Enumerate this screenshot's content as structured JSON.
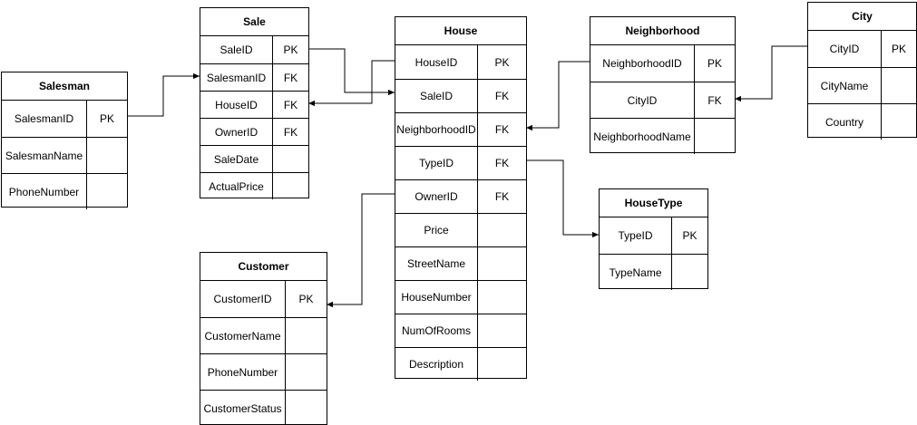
{
  "entities": {
    "salesman": {
      "title": "Salesman",
      "fields": [
        {
          "name": "SalesmanID",
          "key": "PK"
        },
        {
          "name": "SalesmanName",
          "key": ""
        },
        {
          "name": "PhoneNumber",
          "key": ""
        }
      ]
    },
    "sale": {
      "title": "Sale",
      "fields": [
        {
          "name": "SaleID",
          "key": "PK"
        },
        {
          "name": "SalesmanID",
          "key": "FK"
        },
        {
          "name": "HouseID",
          "key": "FK"
        },
        {
          "name": "OwnerID",
          "key": "FK"
        },
        {
          "name": "SaleDate",
          "key": ""
        },
        {
          "name": "ActualPrice",
          "key": ""
        }
      ]
    },
    "house": {
      "title": "House",
      "fields": [
        {
          "name": "HouseID",
          "key": "PK"
        },
        {
          "name": "SaleID",
          "key": "FK"
        },
        {
          "name": "NeighborhoodID",
          "key": "FK"
        },
        {
          "name": "TypeID",
          "key": "FK"
        },
        {
          "name": "OwnerID",
          "key": "FK"
        },
        {
          "name": "Price",
          "key": ""
        },
        {
          "name": "StreetName",
          "key": ""
        },
        {
          "name": "HouseNumber",
          "key": ""
        },
        {
          "name": "NumOfRooms",
          "key": ""
        },
        {
          "name": "Description",
          "key": ""
        }
      ]
    },
    "neighborhood": {
      "title": "Neighborhood",
      "fields": [
        {
          "name": "NeighborhoodID",
          "key": "PK"
        },
        {
          "name": "CityID",
          "key": "FK"
        },
        {
          "name": "NeighborhoodName",
          "key": ""
        }
      ]
    },
    "city": {
      "title": "City",
      "fields": [
        {
          "name": "CityID",
          "key": "PK"
        },
        {
          "name": "CityName",
          "key": ""
        },
        {
          "name": "Country",
          "key": ""
        }
      ]
    },
    "housetype": {
      "title": "HouseType",
      "fields": [
        {
          "name": "TypeID",
          "key": "PK"
        },
        {
          "name": "TypeName",
          "key": ""
        }
      ]
    },
    "customer": {
      "title": "Customer",
      "fields": [
        {
          "name": "CustomerID",
          "key": "PK"
        },
        {
          "name": "CustomerName",
          "key": ""
        },
        {
          "name": "PhoneNumber",
          "key": ""
        },
        {
          "name": "CustomerStatus",
          "key": ""
        }
      ]
    }
  },
  "relationships": [
    {
      "from": "salesman.SalesmanID",
      "to": "sale.SalesmanID"
    },
    {
      "from": "sale.SaleID",
      "to": "house.SaleID"
    },
    {
      "from": "house.HouseID",
      "to": "sale.HouseID"
    },
    {
      "from": "neighborhood.NeighborhoodID",
      "to": "house.NeighborhoodID"
    },
    {
      "from": "city.CityID",
      "to": "neighborhood.CityID"
    },
    {
      "from": "house.TypeID",
      "to": "housetype.TypeID"
    },
    {
      "from": "house.OwnerID",
      "to": "customer.CustomerID"
    }
  ]
}
